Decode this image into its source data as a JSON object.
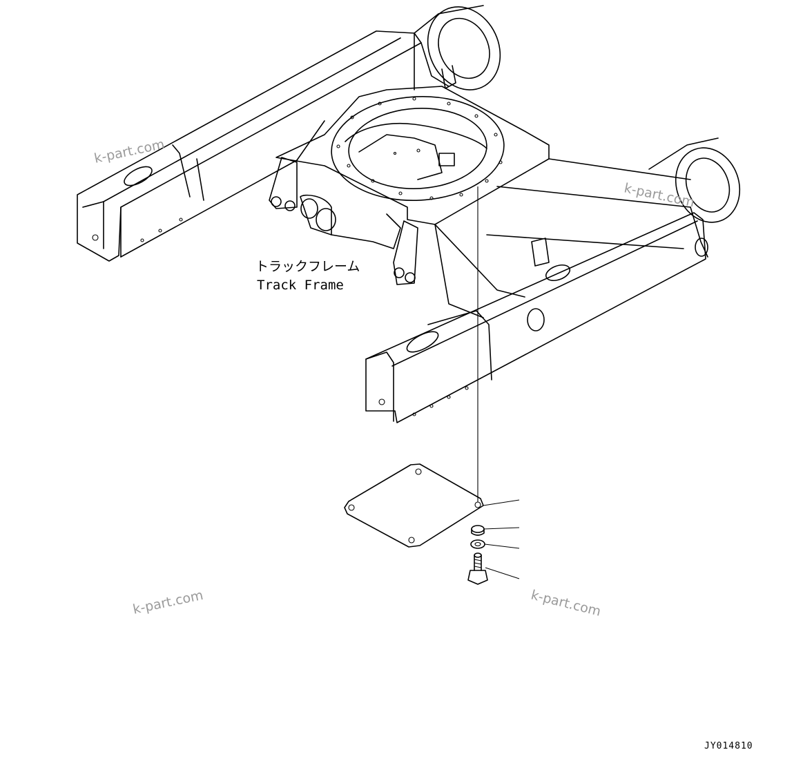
{
  "frame_label": {
    "japanese": "トラックフレーム",
    "english": "Track Frame"
  },
  "watermarks": [
    "k-part.com",
    "k-part.com",
    "k-part.com",
    "k-part.com"
  ],
  "drawing_code": "JY014810",
  "parts": [
    "cover-plate",
    "nut",
    "washer",
    "bolt"
  ]
}
